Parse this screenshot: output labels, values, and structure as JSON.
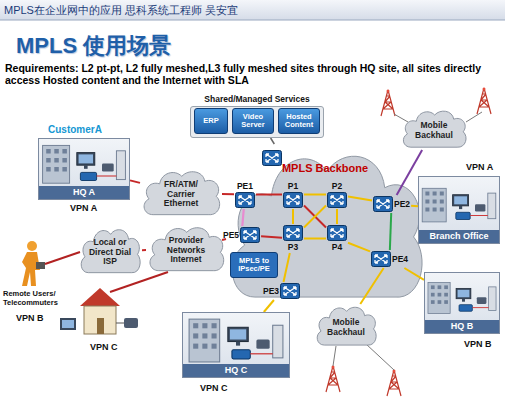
{
  "diagram": {
    "title": "MPLS 使用场景",
    "nodes": [
      {
        "text": [
          "Shared/Managed Services"
        ]
      },
      {
        "text": [
          "ERP"
        ],
        "in": 0
      },
      {
        "text": [
          "Video Server"
        ],
        "in": 0
      },
      {
        "text": [
          "Hosted Content"
        ],
        "in": 0
      },
      {
        "text": [
          "Mobile Backhaul"
        ]
      },
      {
        "text": [
          "HQ A"
        ]
      },
      {
        "text": [
          "FR/ATM/ Carrier Ethernet"
        ]
      },
      {
        "text": [
          "MPLS Backbone"
        ]
      },
      {
        "text": [
          "PE1"
        ],
        "in": 7
      },
      {
        "text": [
          "P1"
        ],
        "in": 7
      },
      {
        "text": [
          "P2"
        ],
        "in": 7
      },
      {
        "text": [
          "PE2"
        ],
        "in": 7
      },
      {
        "text": [
          "PE5"
        ],
        "in": 7
      },
      {
        "text": [
          "P3"
        ],
        "in": 7
      },
      {
        "text": [
          "P4"
        ],
        "in": 7
      },
      {
        "text": [
          "PE4"
        ],
        "in": 7
      },
      {
        "text": [
          "MPLS to IPsec/PE"
        ],
        "in": 7
      },
      {
        "text": [
          "PE3"
        ],
        "in": 7
      },
      {
        "text": [
          "Branch Office"
        ]
      },
      {
        "text": [
          "Local or Direct Dial ISP"
        ]
      },
      {
        "text": [
          "Provider Networks Internet"
        ]
      },
      {
        "text": [
          "HQ B"
        ]
      },
      {
        "text": [
          "Mobile Backhaul"
        ]
      },
      {
        "text": [
          "HQ C"
        ]
      }
    ],
    "edges": [
      {
        "from": 0,
        "to": 7,
        "arrow": "none"
      },
      {
        "from": 5,
        "to": 6,
        "arrow": "none"
      },
      {
        "from": 6,
        "to": 8,
        "arrow": "none"
      },
      {
        "from": 8,
        "to": 12,
        "arrow": "none"
      },
      {
        "from": 8,
        "to": 9,
        "arrow": "none"
      },
      {
        "from": 9,
        "to": 10,
        "arrow": "none"
      },
      {
        "from": 12,
        "to": 13,
        "arrow": "none"
      },
      {
        "from": 13,
        "to": 14,
        "arrow": "none"
      },
      {
        "from": 9,
        "to": 13,
        "arrow": "none"
      },
      {
        "from": 10,
        "to": 14,
        "arrow": "none"
      },
      {
        "from": 9,
        "to": 14,
        "arrow": "none"
      },
      {
        "from": 10,
        "to": 13,
        "arrow": "none"
      },
      {
        "from": 10,
        "to": 11,
        "arrow": "none"
      },
      {
        "from": 14,
        "to": 15,
        "arrow": "none"
      },
      {
        "from": 13,
        "to": 17,
        "arrow": "none"
      },
      {
        "from": 11,
        "to": 18,
        "arrow": "none"
      },
      {
        "from": 15,
        "to": 21,
        "arrow": "none"
      },
      {
        "from": 17,
        "to": 23,
        "arrow": "none"
      },
      {
        "from": 4,
        "to": 11,
        "arrow": "none"
      },
      {
        "from": 22,
        "to": 15,
        "arrow": "none"
      },
      {
        "from": 19,
        "to": 20,
        "arrow": "none"
      },
      {
        "from": 20,
        "to": 12,
        "arrow": "none"
      },
      {
        "from": 11,
        "to": 15,
        "arrow": "none"
      }
    ],
    "labels": [
      "MPLS在企业网中的应用 思科系统工程师 吴安宜",
      "Requirements: L2 pt-pt, L2 fully meshed,L3 fully meshed sites through HQ site, all sites directly access Hosted content and the Internet with SLA",
      "CustomerA",
      "VPN A",
      "VPN A",
      "Remote Users/ Telecommuters",
      "VPN B",
      "VPN B",
      "VPN C",
      "VPN C"
    ]
  }
}
